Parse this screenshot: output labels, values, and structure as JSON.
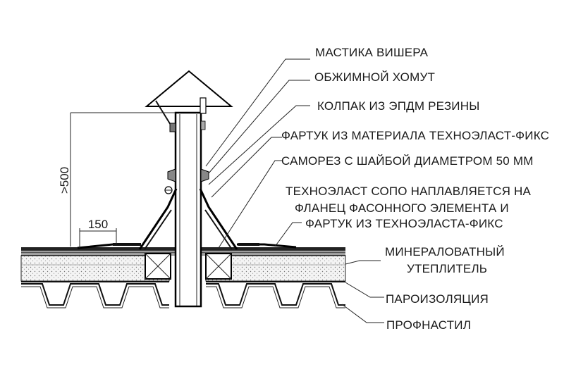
{
  "labels": {
    "mastic": "МАСТИКА ВИШЕРА",
    "clamp": "ОБЖИМНОЙ ХОМУТ",
    "cap": "КОЛПАК ИЗ ЭПДМ РЕЗИНЫ",
    "apron": "ФАРТУК ИЗ МАТЕРИАЛА ТЕХНОЭЛАСТ-ФИКС",
    "screw": "САМОРЕЗ С ШАЙБОЙ ДИАМЕТРОМ 50 ММ",
    "sopo_line1": "ТЕХНОЭЛАСТ СОПО НАПЛАВЛЯЕТСЯ НА",
    "sopo_line2": "ФЛАНЕЦ ФАСОННОГО ЭЛЕМЕНТА И",
    "sopo_line3": "ФАРТУК ИЗ ТЕХНОЭЛАСТА-ФИКС",
    "insulation_line1": "МИНЕРАЛОВАТНЫЙ",
    "insulation_line2": "УТЕПЛИТЕЛЬ",
    "vapor": "ПАРОИЗОЛЯЦИЯ",
    "deck": "ПРОФНАСТИЛ"
  },
  "dimensions": {
    "height": ">500",
    "overlap": "150"
  }
}
